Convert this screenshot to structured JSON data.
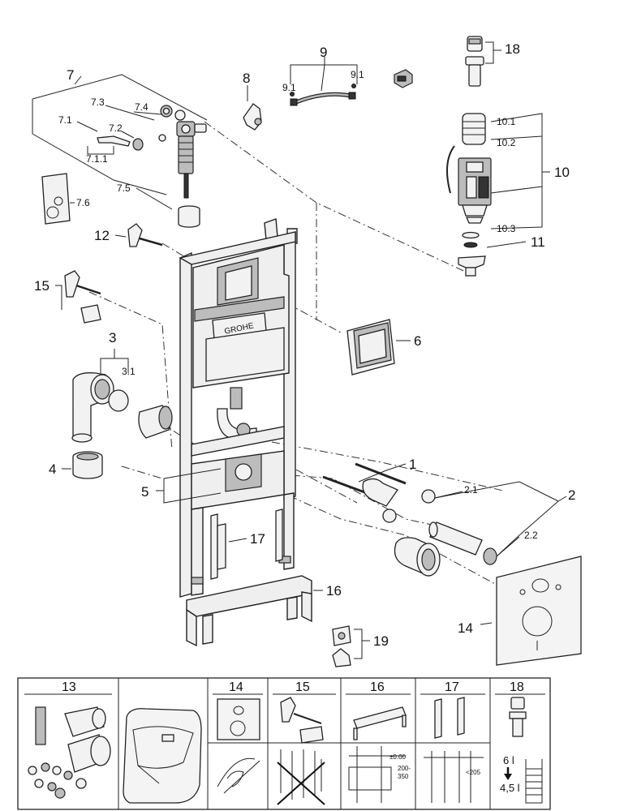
{
  "callouts": {
    "c1": "1",
    "c2": "2",
    "c2_1": "2.1",
    "c2_2": "2.2",
    "c3": "3",
    "c3_1": "3.1",
    "c4": "4",
    "c5": "5",
    "c6": "6",
    "c7": "7",
    "c7_1": "7.1",
    "c7_1_1": "7.1.1",
    "c7_2": "7.2",
    "c7_3": "7.3",
    "c7_4": "7.4",
    "c7_5": "7.5",
    "c7_6": "7.6",
    "c8": "8",
    "c9": "9",
    "c9_1a": "9.1",
    "c9_1b": "9.1",
    "c10": "10",
    "c10_1": "10.1",
    "c10_2": "10.2",
    "c10_3": "10.3",
    "c11": "11",
    "c12": "12",
    "c14": "14",
    "c15": "15",
    "c16": "16",
    "c17": "17",
    "c18": "18",
    "c19": "19"
  },
  "brand": "GROHE",
  "legend": {
    "h13": "13",
    "h14": "14",
    "h15": "15",
    "h16": "16",
    "h17": "17",
    "h18": "18",
    "dim16a": "±0.00",
    "dim16b": "200-",
    "dim16c": "350",
    "dim17": "<205",
    "flush_high": "6 l",
    "flush_low": "4,5 l"
  }
}
